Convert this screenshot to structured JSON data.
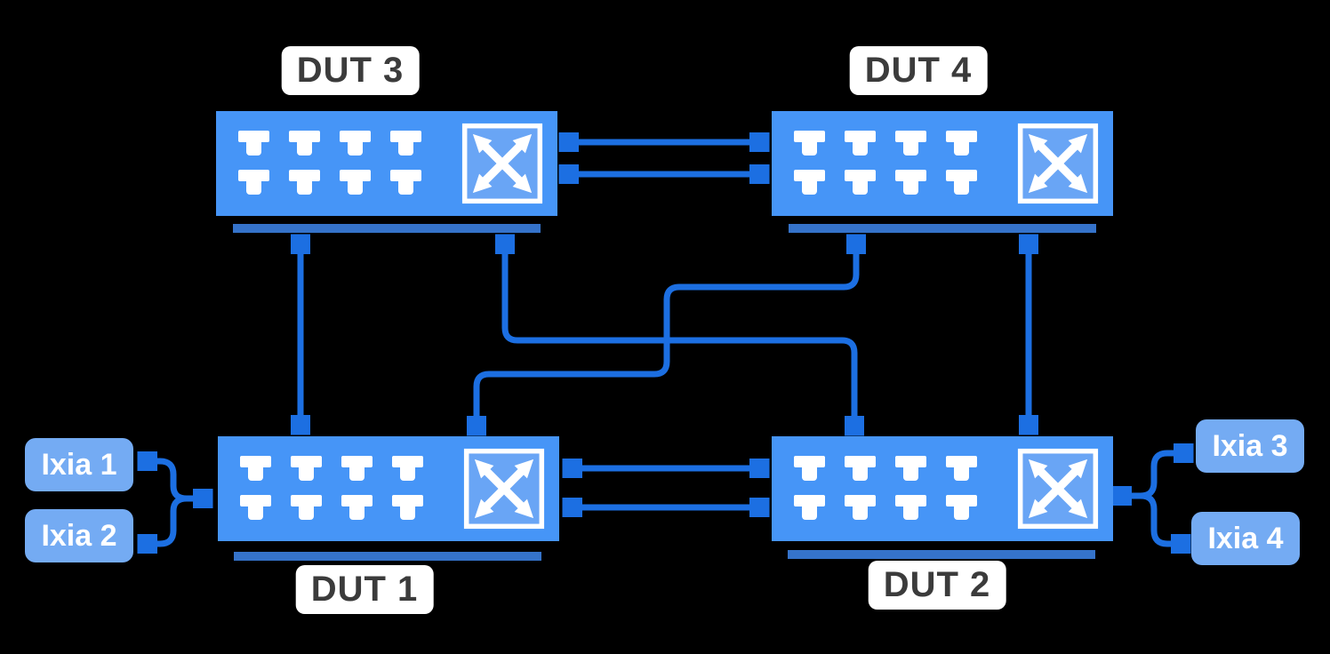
{
  "diagram": {
    "type": "network-topology",
    "devices": {
      "dut1": {
        "label": "DUT 1",
        "ports_visible": 8
      },
      "dut2": {
        "label": "DUT 2",
        "ports_visible": 8
      },
      "dut3": {
        "label": "DUT 3",
        "ports_visible": 8
      },
      "dut4": {
        "label": "DUT 4",
        "ports_visible": 8
      }
    },
    "traffic_generators": {
      "ixia1": {
        "label": "Ixia 1"
      },
      "ixia2": {
        "label": "Ixia 2"
      },
      "ixia3": {
        "label": "Ixia 3"
      },
      "ixia4": {
        "label": "Ixia 4"
      }
    },
    "connections": [
      {
        "from": "DUT 3",
        "to": "DUT 4",
        "type": "bidirectional",
        "links": 2
      },
      {
        "from": "DUT 1",
        "to": "DUT 2",
        "type": "bidirectional",
        "links": 2
      },
      {
        "from": "DUT 3",
        "to": "DUT 1",
        "type": "bidirectional",
        "links": 1
      },
      {
        "from": "DUT 4",
        "to": "DUT 2",
        "type": "bidirectional",
        "links": 1
      },
      {
        "from": "DUT 3",
        "to": "DUT 2",
        "type": "bidirectional",
        "links": 1
      },
      {
        "from": "DUT 4",
        "to": "DUT 1",
        "type": "bidirectional",
        "links": 1
      },
      {
        "from": "Ixia 1",
        "to": "DUT 1",
        "type": "fork"
      },
      {
        "from": "Ixia 2",
        "to": "DUT 1",
        "type": "fork"
      },
      {
        "from": "Ixia 3",
        "to": "DUT 2",
        "type": "fork"
      },
      {
        "from": "Ixia 4",
        "to": "DUT 2",
        "type": "fork"
      }
    ],
    "colors": {
      "background": "#000000",
      "connector": "#1c6fe2",
      "device_fill": "#4695f7",
      "device_base": "#3573ca",
      "fabric_icon_fill": "#69a5f5",
      "endpoint_fill": "#74abf3",
      "label_bg": "#ffffff",
      "label_text": "#3b3b3b",
      "port_fill": "#ffffff"
    }
  }
}
